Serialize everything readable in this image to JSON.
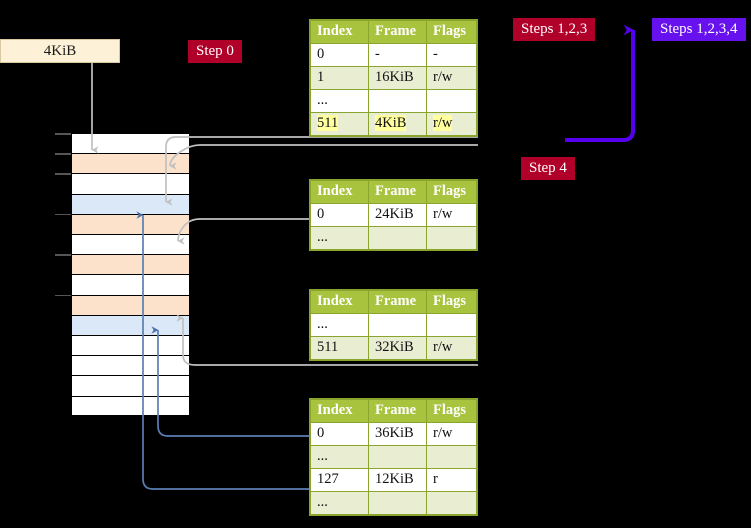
{
  "labels": {
    "kib_box": "4KiB",
    "step0": "Step 0",
    "steps123": "Steps 1,2,3",
    "steps1234": "Steps 1,2,3,4",
    "step4": "Step 4"
  },
  "colors": {
    "header_green": "#a8c33d",
    "row_alt": "#e9eed3",
    "highlight_yellow": "#ffff9e",
    "badge_red": "#b00029",
    "badge_purple": "#6611ee",
    "mem_orange": "#fce2cb",
    "mem_blue": "#dbe8f8",
    "connector_gray": "#b8b8b8",
    "connector_blue": "#5b7fb5",
    "background": "#000000"
  },
  "tables": [
    {
      "name": "level4-page-table",
      "headers": [
        "Index",
        "Frame",
        "Flags"
      ],
      "rows": [
        {
          "style": "white",
          "cells": [
            "0",
            "-",
            "-"
          ]
        },
        {
          "style": "alt",
          "cells": [
            "1",
            "16KiB",
            "r/w"
          ]
        },
        {
          "style": "white",
          "cells": [
            "...",
            "",
            ""
          ]
        },
        {
          "style": "alt",
          "highlight": true,
          "cells": [
            "511",
            "4KiB",
            "r/w"
          ]
        }
      ]
    },
    {
      "name": "level3-page-table",
      "headers": [
        "Index",
        "Frame",
        "Flags"
      ],
      "rows": [
        {
          "style": "white",
          "cells": [
            "0",
            "24KiB",
            "r/w"
          ]
        },
        {
          "style": "alt",
          "cells": [
            "...",
            "",
            ""
          ]
        }
      ]
    },
    {
      "name": "level2-page-table",
      "headers": [
        "Index",
        "Frame",
        "Flags"
      ],
      "rows": [
        {
          "style": "white",
          "cells": [
            "...",
            "",
            ""
          ]
        },
        {
          "style": "alt",
          "cells": [
            "511",
            "32KiB",
            "r/w"
          ]
        }
      ]
    },
    {
      "name": "level1-page-table",
      "headers": [
        "Index",
        "Frame",
        "Flags"
      ],
      "rows": [
        {
          "style": "white",
          "cells": [
            "0",
            "36KiB",
            "r/w"
          ]
        },
        {
          "style": "alt",
          "cells": [
            "...",
            "",
            ""
          ]
        },
        {
          "style": "white",
          "cells": [
            "127",
            "12KiB",
            "r"
          ]
        },
        {
          "style": "alt",
          "cells": [
            "...",
            "",
            ""
          ]
        }
      ]
    }
  ],
  "memory": {
    "name": "physical-memory-column",
    "rows": [
      {
        "fill": "white",
        "tick": true
      },
      {
        "fill": "orange",
        "tick": true
      },
      {
        "fill": "white",
        "tick": true
      },
      {
        "fill": "blue",
        "tick": false
      },
      {
        "fill": "orange",
        "tick": true
      },
      {
        "fill": "white",
        "tick": false
      },
      {
        "fill": "orange",
        "tick": true
      },
      {
        "fill": "white",
        "tick": false
      },
      {
        "fill": "orange",
        "tick": true
      },
      {
        "fill": "blue",
        "tick": false
      },
      {
        "fill": "white",
        "tick": false
      },
      {
        "fill": "white",
        "tick": false
      },
      {
        "fill": "white",
        "tick": false
      },
      {
        "fill": "white",
        "tick": false
      }
    ]
  }
}
